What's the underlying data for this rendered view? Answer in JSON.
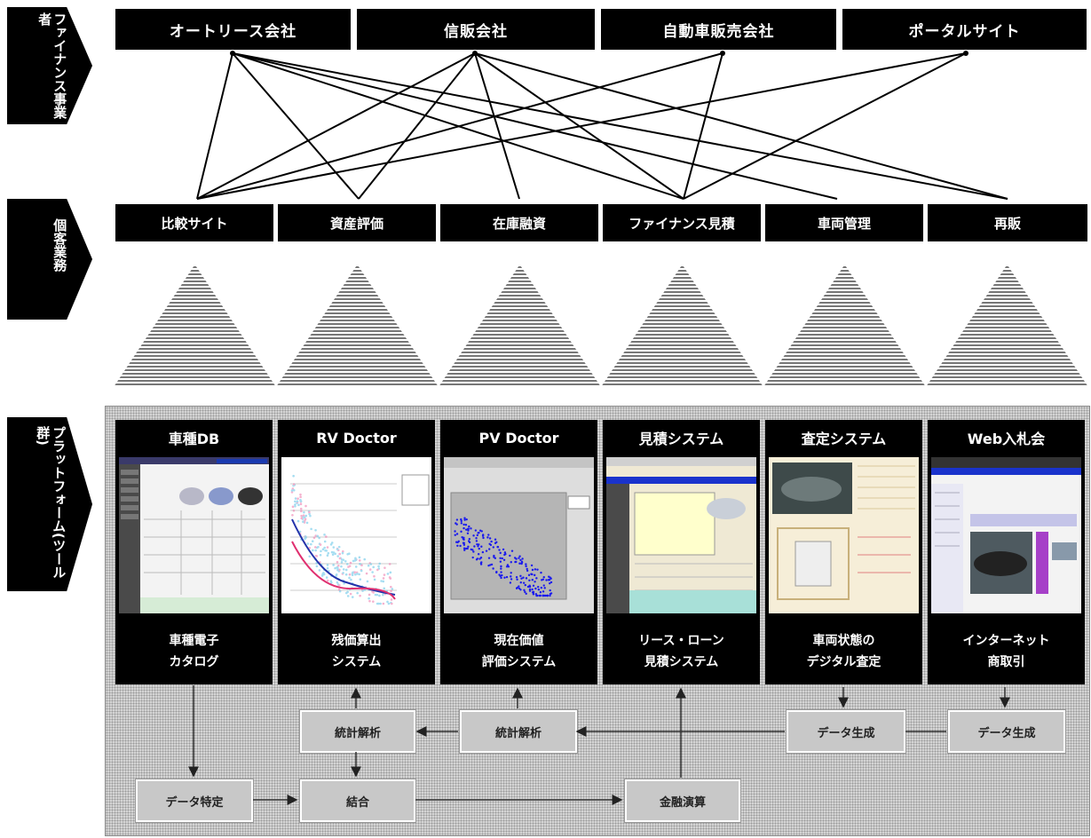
{
  "side_labels": {
    "finance": "ファイナンス事業者",
    "business": "個客業務",
    "platform": "プラットフォーム(ツール群)"
  },
  "operators": [
    "オートリース会社",
    "信販会社",
    "自動車販売会社",
    "ポータルサイト"
  ],
  "operations": [
    "比較サイト",
    "資産評価",
    "在庫融資",
    "ファイナンス見積",
    "車両管理",
    "再販"
  ],
  "tools": [
    {
      "title": "車種DB",
      "desc": [
        "車種電子",
        "カタログ"
      ],
      "shot": "catalog-screenshot"
    },
    {
      "title": "RV Doctor",
      "desc": [
        "残価算出",
        "システム"
      ],
      "shot": "scatter-chart-screenshot"
    },
    {
      "title": "PV Doctor",
      "desc": [
        "現在価値",
        "評価システム"
      ],
      "shot": "scatter-chart-screenshot"
    },
    {
      "title": "見積システム",
      "desc": [
        "リース・ローン",
        "見積システム"
      ],
      "shot": "quote-form-screenshot"
    },
    {
      "title": "査定システム",
      "desc": [
        "車両状態の",
        "デジタル査定"
      ],
      "shot": "appraisal-screenshot"
    },
    {
      "title": "Web入札会",
      "desc": [
        "インターネット",
        "商取引"
      ],
      "shot": "auction-screenshot"
    }
  ],
  "process": {
    "stat1": "統計解析",
    "stat2": "統計解析",
    "datagen1": "データ生成",
    "datagen2": "データ生成",
    "dataspec": "データ特定",
    "merge": "結合",
    "finance_calc": "金融演算"
  }
}
